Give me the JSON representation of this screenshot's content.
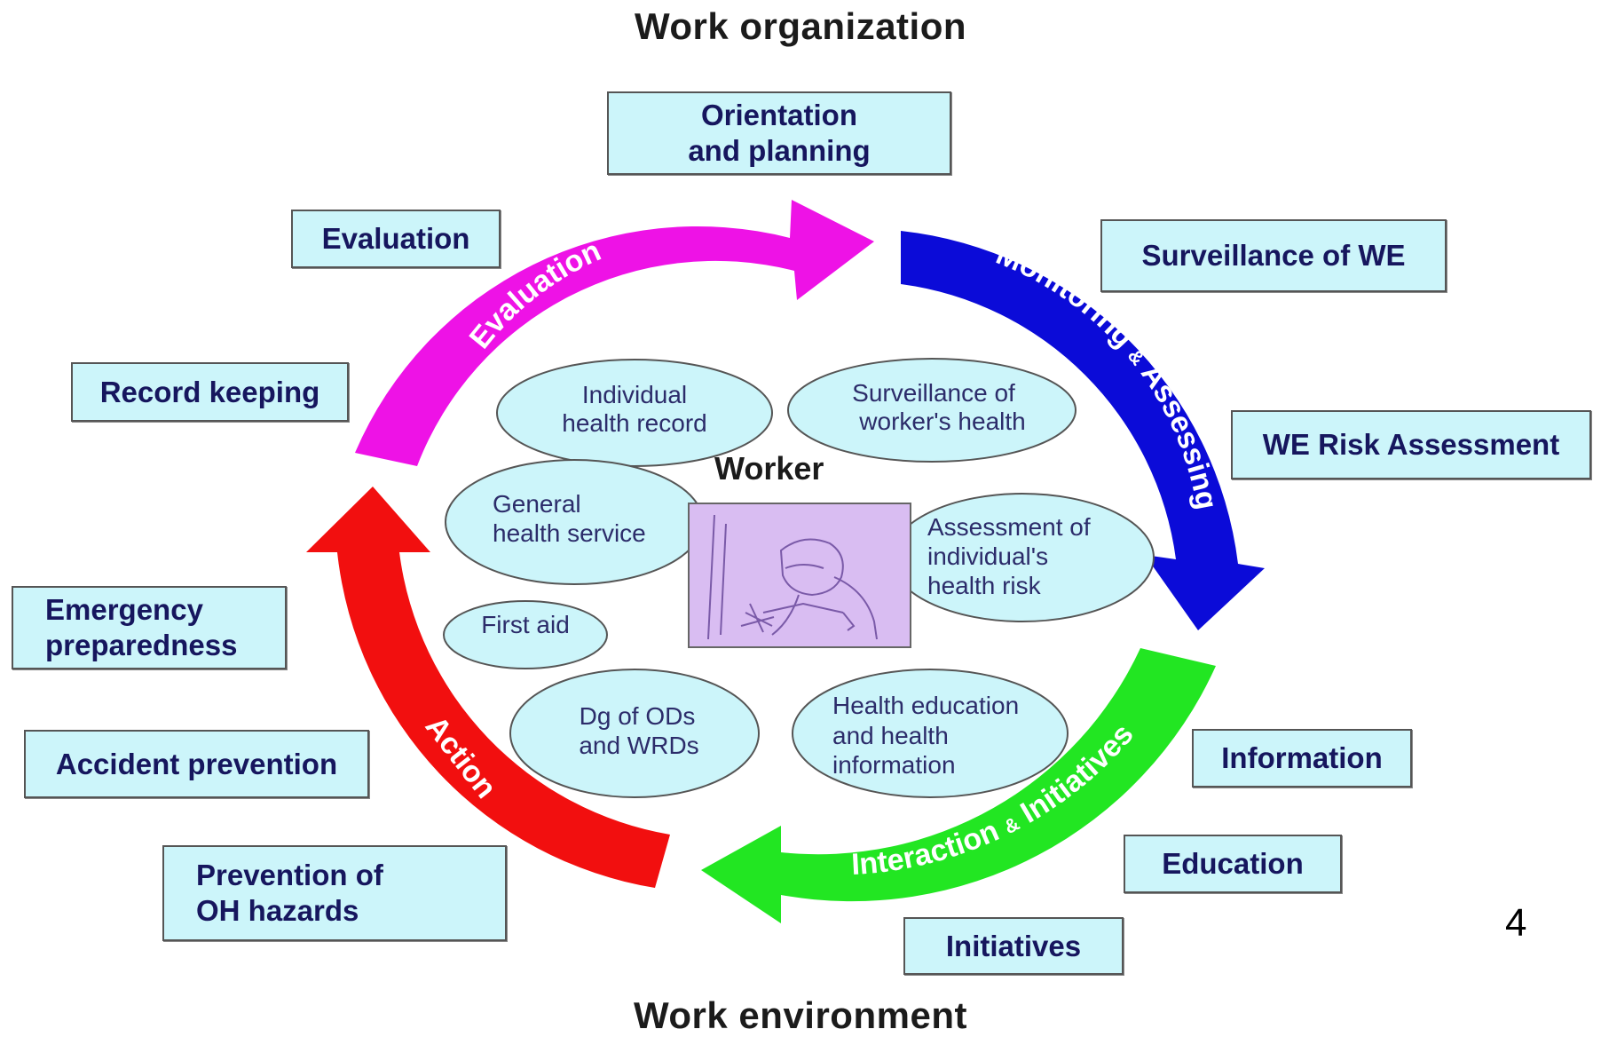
{
  "title_top": "Work organization",
  "title_bottom": "Work environment",
  "page_number": "4",
  "center_label": "Worker",
  "colors": {
    "box_fill": "#ccf5fa",
    "ellipse_fill": "#ccf5fa",
    "evaluation_arrow": "#ee12e6",
    "monitoring_arrow": "#0b0bd8",
    "interaction_arrow": "#22e622",
    "action_arrow": "#f20f0f",
    "worker_image": "#d9bdf2"
  },
  "arrows": {
    "evaluation": "Evaluation",
    "monitoring": "Monitoring",
    "monitoring_amp": "&",
    "assessing": "Assessing",
    "interaction": "Interaction",
    "interaction_amp": "&",
    "initiatives": "Initiatives",
    "action": "Action"
  },
  "boxes": {
    "orientation": "Orientation\nand planning",
    "evaluation": "Evaluation",
    "surveillance_we": "Surveillance of WE",
    "record_keeping": "Record keeping",
    "we_risk": "WE Risk Assessment",
    "emergency": "Emergency\npreparedness",
    "accident": "Accident prevention",
    "prevention_oh": "Prevention of\nOH hazards",
    "information": "Information",
    "education": "Education",
    "initiatives": "Initiatives"
  },
  "ellipses": {
    "individual_record": [
      "Individual",
      "health record"
    ],
    "surveillance_health": [
      "Surveillance of",
      "worker's health"
    ],
    "general_health": [
      "General",
      "health service"
    ],
    "assessment_risk": [
      "Assessment of",
      "individual's",
      "health risk"
    ],
    "first_aid": [
      "First aid"
    ],
    "dg_ods": [
      "Dg of ODs",
      "and WRDs"
    ],
    "health_education": [
      "Health education",
      "and health",
      "information"
    ]
  },
  "worker_image_icon": "welder-illustration"
}
